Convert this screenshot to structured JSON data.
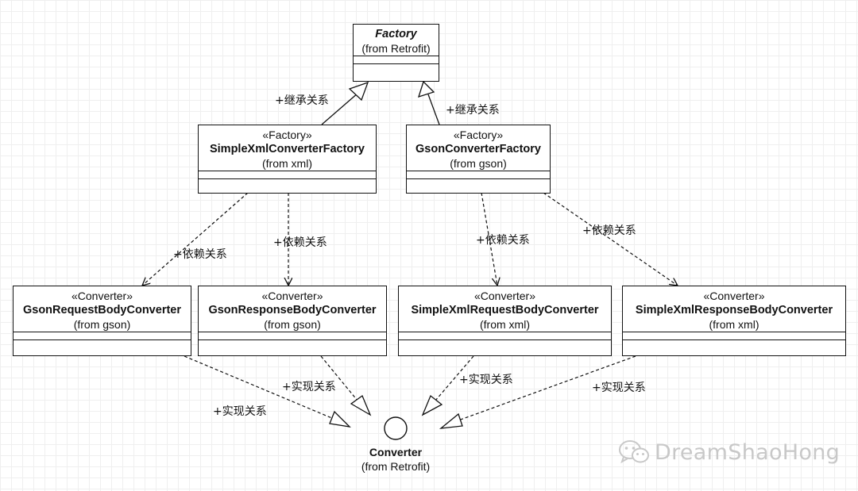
{
  "factory": {
    "name": "Factory",
    "package": "(from Retrofit)"
  },
  "simplexml_factory": {
    "stereotype": "«Factory»",
    "name": "SimpleXmlConverterFactory",
    "package": "(from xml)"
  },
  "gson_factory": {
    "stereotype": "«Factory»",
    "name": "GsonConverterFactory",
    "package": "(from gson)"
  },
  "converters": [
    {
      "stereotype": "«Converter»",
      "name": "GsonRequestBodyConverter",
      "package": "(from gson)"
    },
    {
      "stereotype": "«Converter»",
      "name": "GsonResponseBodyConverter",
      "package": "(from gson)"
    },
    {
      "stereotype": "«Converter»",
      "name": "SimpleXmlRequestBodyConverter",
      "package": "(from xml)"
    },
    {
      "stereotype": "«Converter»",
      "name": "SimpleXmlResponseBodyConverter",
      "package": "(from xml)"
    }
  ],
  "converter_interface": {
    "name": "Converter",
    "package": "(from Retrofit)"
  },
  "relation_labels": {
    "inherit_left": "+继承关系",
    "inherit_right": "+继承关系",
    "dep_1": "+依赖关系",
    "dep_2": "+依赖关系",
    "dep_3": "+依赖关系",
    "dep_4": "+依赖关系",
    "impl_1": "+实现关系",
    "impl_2": "+实现关系",
    "impl_3": "+实现关系",
    "impl_4": "+实现关系"
  },
  "watermark": {
    "text": "DreamShaoHong",
    "icon": "wechat-icon"
  }
}
